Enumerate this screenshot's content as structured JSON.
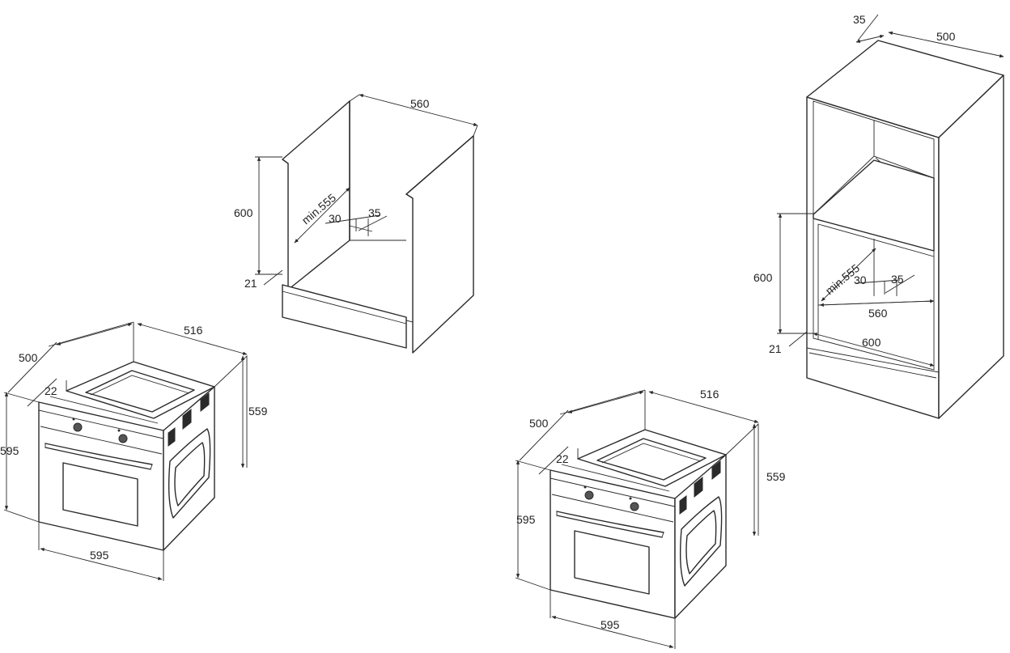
{
  "figures": {
    "base_cabinet": {
      "dims": {
        "width": "560",
        "height": "600",
        "depth": "min.555",
        "gap": "30",
        "rear": "35",
        "plinth": "21"
      }
    },
    "tall_cabinet": {
      "dims": {
        "top_rear": "35",
        "top_depth": "500",
        "height": "600",
        "depth": "min.555",
        "gap": "30",
        "rear": "35",
        "inner_width": "560",
        "outer_width": "600",
        "plinth": "21"
      }
    },
    "oven_left": {
      "dims": {
        "depth": "500",
        "top_width": "516",
        "right_height": "559",
        "front_height": "595",
        "front_width": "595",
        "bezel": "22"
      }
    },
    "oven_right": {
      "dims": {
        "depth": "500",
        "top_width": "516",
        "right_height": "559",
        "front_height": "595",
        "front_width": "595",
        "bezel": "22"
      }
    }
  }
}
